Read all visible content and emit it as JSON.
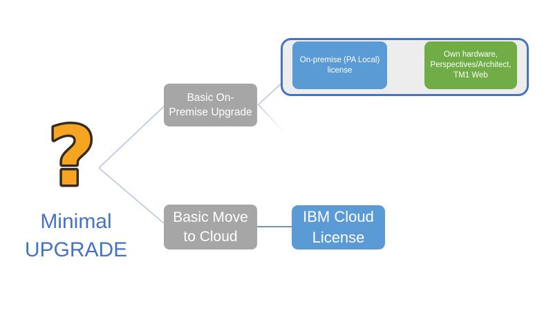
{
  "root": {
    "question_mark": "?",
    "label": "Minimal\nUPGRADE"
  },
  "nodes": {
    "basic_on_premise": "Basic On-\nPremise Upgrade",
    "on_premise_license": "On-premise (PA Local)\nlicense",
    "own_hardware": "Own hardware,\nPerspectives/Architect,\nTM1 Web",
    "basic_move_to_cloud": "Basic Move\nto Cloud",
    "ibm_cloud_license": "IBM Cloud\nLicense"
  },
  "colors": {
    "box_gray": "#A6A6A6",
    "box_blue": "#5B9BD5",
    "box_green": "#70AD47",
    "container_border": "#4472C4",
    "container_fill": "#EDEDED",
    "connector_light_blue": "#ADBFDA",
    "connector_dark_blue": "#41719C",
    "connector_green": "#A2C077",
    "question_mark_fill": "#F6A522",
    "question_mark_outline": "#342B1E",
    "root_label_color": "#4472C4",
    "node_text_color": "#FFFFFF"
  }
}
